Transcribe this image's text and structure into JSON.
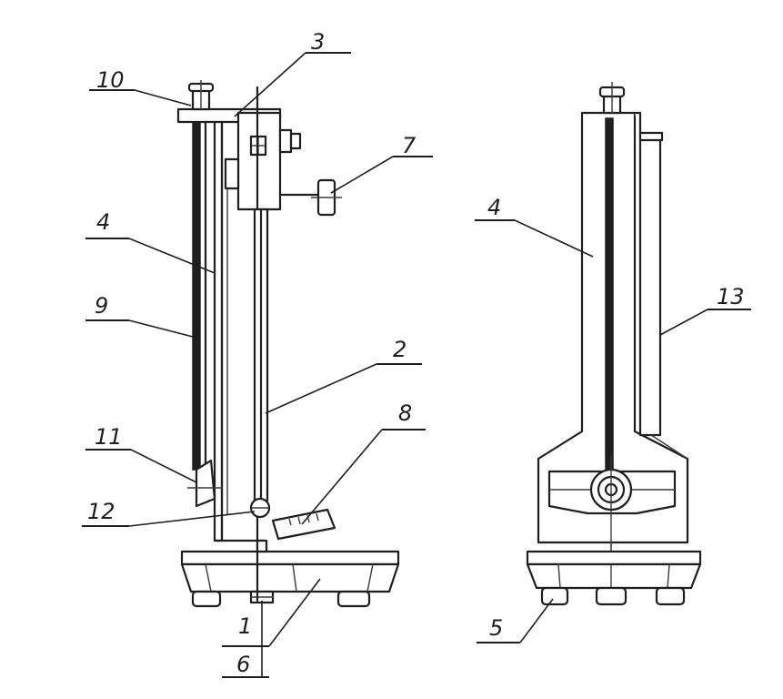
{
  "callouts": {
    "c1": "1",
    "c2": "2",
    "c3": "3",
    "c4_left": "4",
    "c4_right": "4",
    "c5": "5",
    "c6": "6",
    "c7": "7",
    "c8": "8",
    "c9": "9",
    "c10": "10",
    "c11": "11",
    "c12": "12",
    "c13": "13"
  }
}
